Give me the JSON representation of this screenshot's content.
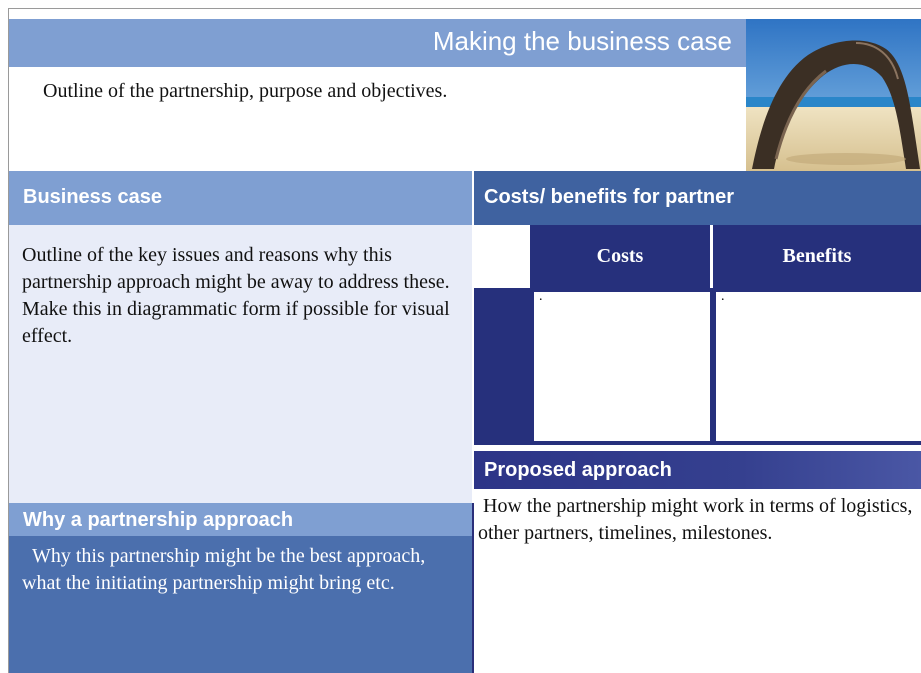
{
  "header": {
    "title": "Making the business case",
    "subtitle": "Outline of the partnership, purpose and objectives.",
    "photo_icon": "beach-driftwood-photo"
  },
  "business_case": {
    "heading": "Business case",
    "body": "Outline of the key issues and reasons why this partnership approach might be away to address these.  Make this in diagrammatic form if possible for visual effect."
  },
  "why_partnership": {
    "heading": "Why a partnership approach",
    "body": "  Why this partnership might be the best approach, what the initiating partnership might bring etc."
  },
  "costs_benefits": {
    "heading": "Costs/ benefits for partner",
    "columns": [
      "Costs",
      "Benefits"
    ],
    "cells": [
      ".",
      "."
    ]
  },
  "proposed_approach": {
    "heading": "Proposed approach",
    "body": " How the partnership might work in terms of logistics, other partners, timelines, milestones."
  },
  "colors": {
    "light_blue": "#7f9fd2",
    "mid_blue": "#4b6fad",
    "navy": "#26307c",
    "pale_panel": "#e8ecf8"
  }
}
